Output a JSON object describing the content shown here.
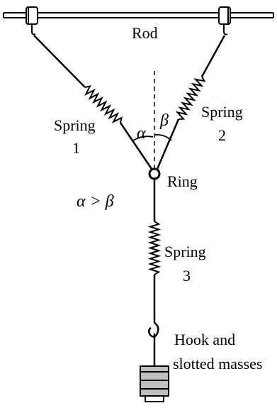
{
  "labels": {
    "rod": "Rod",
    "spring1_line1": "Spring",
    "spring1_line2": "1",
    "spring2_line1": "Spring",
    "spring2_line2": "2",
    "ring": "Ring",
    "spring3_line1": "Spring",
    "spring3_line2": "3",
    "masses_line1": "Hook and",
    "masses_line2": "slotted masses",
    "alpha": "α",
    "beta": "β",
    "inequality": "α > β"
  },
  "colors": {
    "ink": "#000000",
    "mass_fill": "#bfbfbf"
  }
}
